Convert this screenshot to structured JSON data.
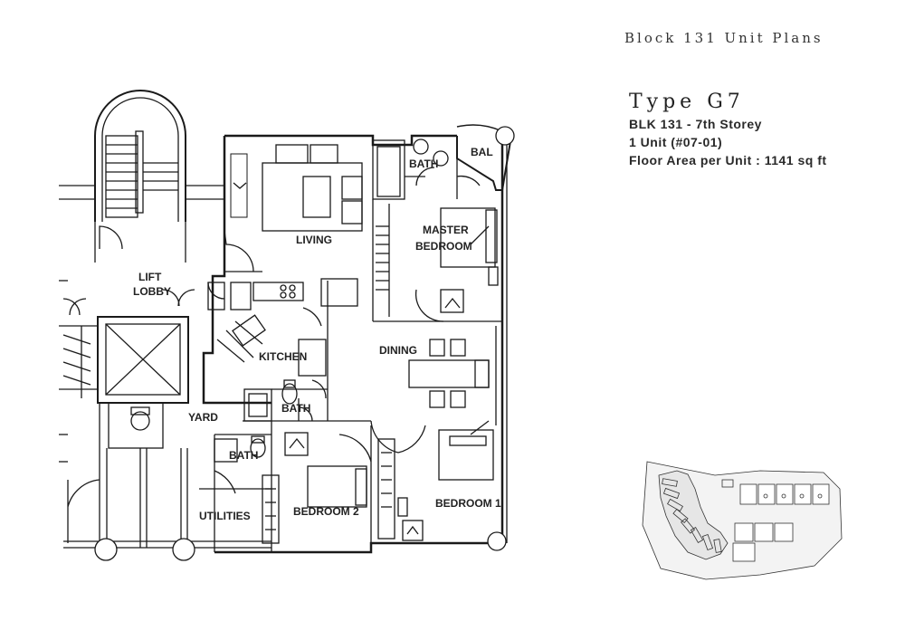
{
  "header": {
    "title": "Block 131 Unit Plans"
  },
  "unit_info": {
    "type": "Type G7",
    "block_storey": "BLK 131 - 7th Storey",
    "units": "1 Unit (#07-01)",
    "floor_area": "Floor Area per Unit : 1141 sq ft"
  },
  "rooms": {
    "living": "LIVING",
    "master_bedroom_l1": "MASTER",
    "master_bedroom_l2": "BEDROOM",
    "bath_master": "BATH",
    "balcony": "BAL",
    "lift_lobby_l1": "LIFT",
    "lift_lobby_l2": "LOBBY",
    "kitchen": "KITCHEN",
    "dining": "DINING",
    "bath_common": "BATH",
    "yard": "YARD",
    "bath_yard": "BATH",
    "utilities": "UTILITIES",
    "bedroom_2": "BEDROOM 2",
    "bedroom_1": "BEDROOM 1"
  },
  "colors": {
    "line": "#1a1a1a",
    "paper": "#ffffff",
    "site_fill": "#e6e6e6"
  }
}
